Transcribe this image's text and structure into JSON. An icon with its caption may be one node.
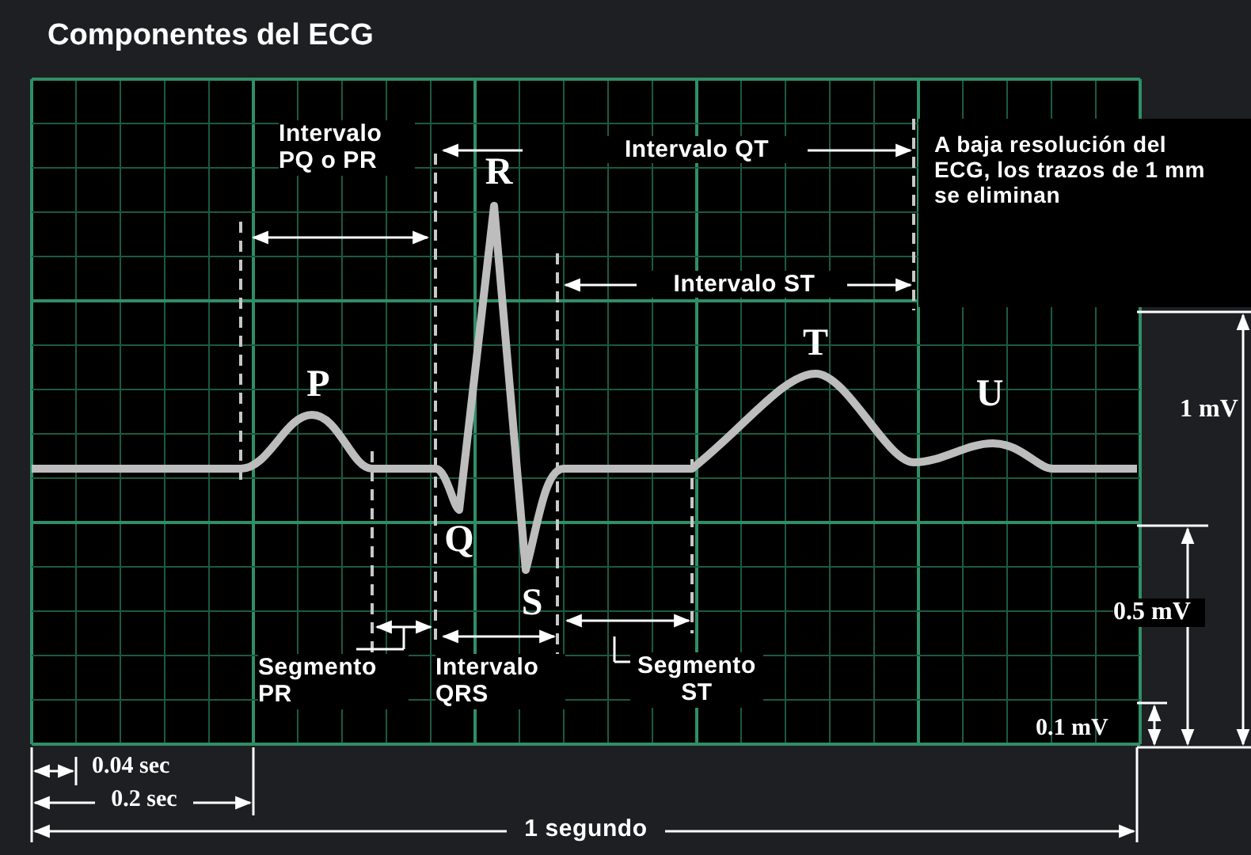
{
  "diagram": {
    "title": "Componentes del ECG",
    "labels": [
      "Intervalo PQ o PR",
      "Intervalo QT",
      "A baja resolución del ECG, los trazos de 1 mm se eliminan",
      "R",
      "Intervalo ST",
      "T",
      "P",
      "U",
      "1 mV",
      "Q",
      "S",
      "0.5 mV",
      "Segmento PR",
      "Intervalo QRS",
      "Segmento ST",
      "0.1 mV",
      "0.04 sec",
      "0.2 sec",
      "1 segundo"
    ]
  }
}
